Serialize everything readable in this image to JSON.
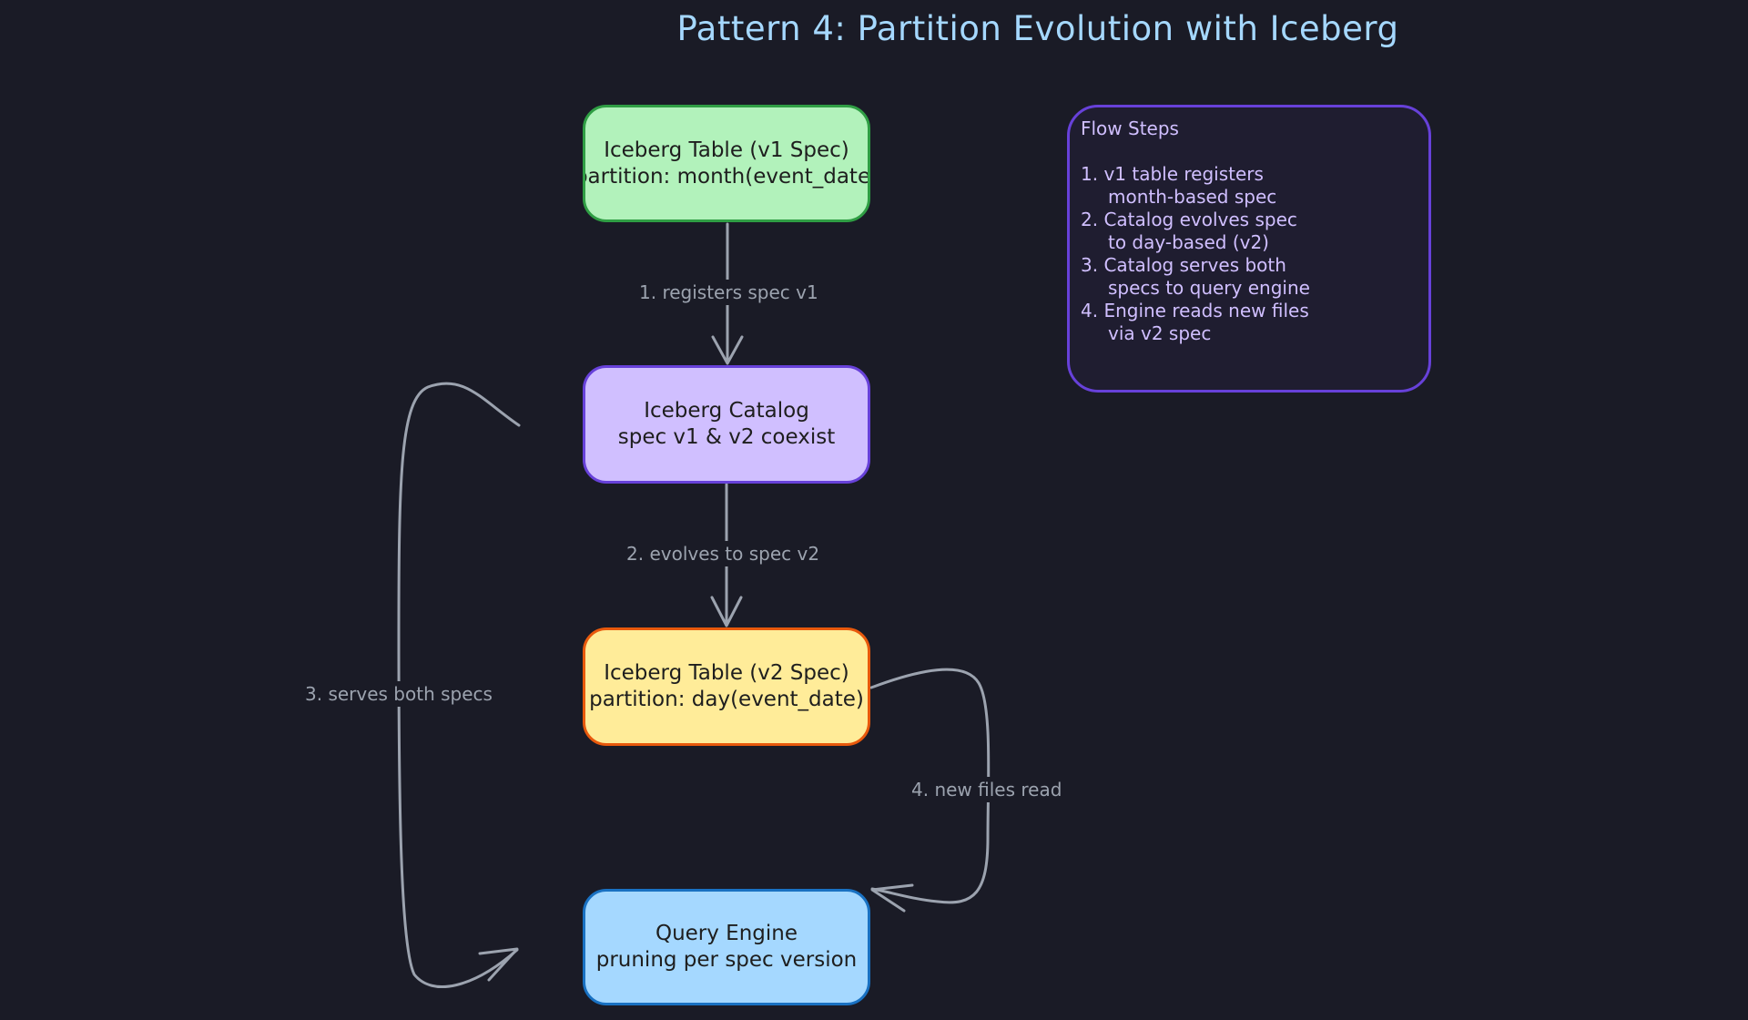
{
  "title": "Pattern 4: Partition Evolution with Iceberg",
  "nodes": {
    "table_v1": {
      "line1": "Iceberg Table (v1 Spec)",
      "line2": "partition: month(event_date)"
    },
    "catalog": {
      "line1": "Iceberg Catalog",
      "line2": "spec v1 & v2 coexist"
    },
    "table_v2": {
      "line1": "Iceberg Table (v2 Spec)",
      "line2": "partition: day(event_date)"
    },
    "query_engine": {
      "line1": "Query Engine",
      "line2": "pruning per spec version"
    }
  },
  "edges": {
    "e1": "1. registers spec v1",
    "e2": "2. evolves to spec v2",
    "e3": "3. serves both specs",
    "e4": "4. new files read"
  },
  "notes": {
    "title": "Flow Steps",
    "steps": [
      {
        "line1": "1. v1 table registers",
        "line2": "month-based spec"
      },
      {
        "line1": "2. Catalog evolves spec",
        "line2": "to day-based (v2)"
      },
      {
        "line1": "3. Catalog serves both",
        "line2": "specs to query engine"
      },
      {
        "line1": "4. Engine reads new files",
        "line2": "via v2 spec"
      }
    ]
  },
  "colors": {
    "background": "#1a1b26",
    "title": "#a5d8ff",
    "arrow": "#9ca3af",
    "table_v1_fill": "#b2f2bb",
    "table_v1_stroke": "#2f9e44",
    "catalog_fill": "#d0bfff",
    "catalog_stroke": "#6741d9",
    "table_v2_fill": "#ffec99",
    "table_v2_stroke": "#e8590c",
    "query_engine_fill": "#a5d8ff",
    "query_engine_stroke": "#1971c2"
  }
}
